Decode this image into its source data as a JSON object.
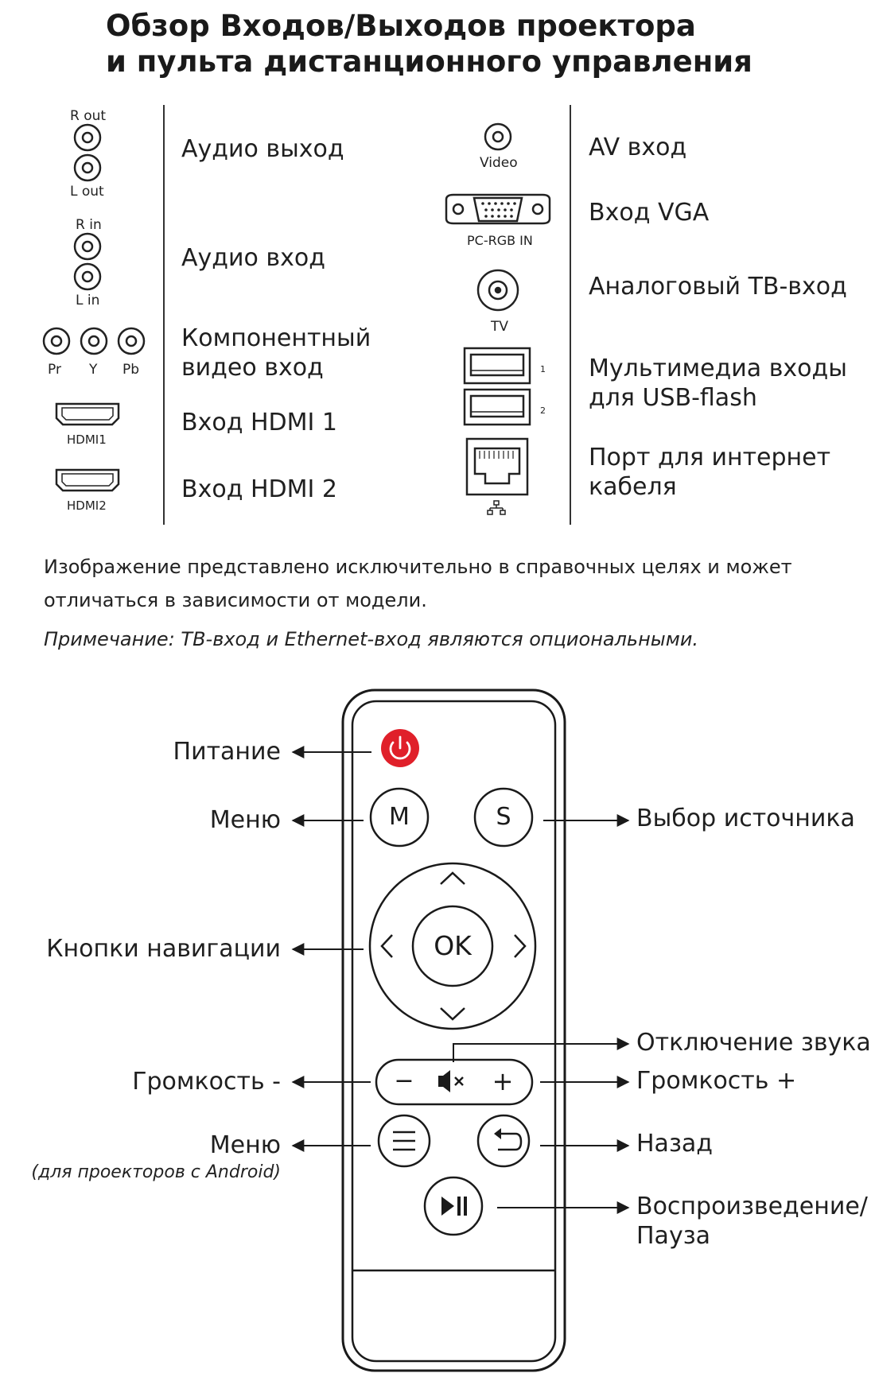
{
  "title": {
    "line1": "Обзор Входов/Выходов проектора",
    "line2": "и пульта дистанционного управления"
  },
  "ports_left": {
    "audio_out": {
      "r_label": "R out",
      "l_label": "L out",
      "text": "Аудио выход"
    },
    "audio_in": {
      "r_label": "R in",
      "l_label": "L in",
      "text": "Аудио вход"
    },
    "component": {
      "pr": "Pr",
      "y": "Y",
      "pb": "Pb",
      "text_line1": "Компонентный",
      "text_line2": "видео вход"
    },
    "hdmi1": {
      "port_label": "HDMI1",
      "text": "Вход HDMI 1"
    },
    "hdmi2": {
      "port_label": "HDMI2",
      "text": "Вход HDMI 2"
    }
  },
  "ports_right": {
    "av": {
      "port_label": "Video",
      "text": "AV вход"
    },
    "vga": {
      "port_label": "PC-RGB IN",
      "text": "Вход VGA"
    },
    "tv": {
      "port_label": "TV",
      "text": "Аналоговый ТВ-вход"
    },
    "usb": {
      "num1": "1",
      "num2": "2",
      "text_line1": "Мультимедиа входы",
      "text_line2": "для USB-flash"
    },
    "lan": {
      "text_line1": "Порт для интернет",
      "text_line2": "кабеля"
    }
  },
  "notes": {
    "line1": "Изображение представлено исключительно в справочных целях и может",
    "line2": "отличаться в зависимости от модели.",
    "italic": "Примечание: ТВ-вход и Ethernet-вход являются опциональными."
  },
  "remote": {
    "power": "Питание",
    "menu": "Меню",
    "m_button": "M",
    "s_button": "S",
    "source": "Выбор источника",
    "navigation": "Кнопки навигации",
    "ok_button": "OK",
    "mute": "Отключение звука",
    "vol_down": "Громкость -",
    "vol_up": "Громкость +",
    "android_menu": "Меню",
    "android_note": "(для проекторов с Android)",
    "back": "Назад",
    "play_line1": "Воспроизведение/",
    "play_line2": "Пауза",
    "minus_sign": "−",
    "plus_sign": "+"
  },
  "colors": {
    "power_button": "#e0202a",
    "ink": "#1a1a1a"
  }
}
